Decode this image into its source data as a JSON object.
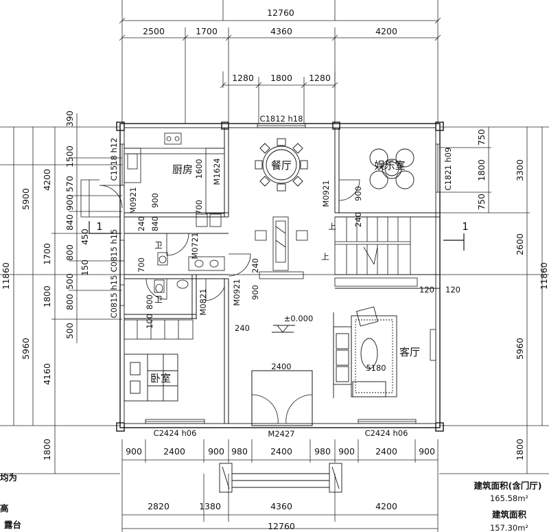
{
  "dimensions": {
    "top_total": "12760",
    "top_segments": [
      "2500",
      "1700",
      "4360",
      "4200"
    ],
    "top_center_segments": [
      "1280",
      "1800",
      "1280"
    ],
    "bottom_segments": [
      "900",
      "2400",
      "900",
      "980",
      "2400",
      "980",
      "900",
      "2400",
      "900"
    ],
    "bottom_totals_segments": [
      "2820",
      "1380",
      "4360",
      "4200"
    ],
    "bottom_total": "12760",
    "left_total": "11860",
    "left_major": [
      "5900",
      "5960"
    ],
    "left_mid": [
      "4200",
      "1700",
      "1800",
      "4160",
      "1800"
    ],
    "left_inner": [
      "390",
      "1500",
      "570",
      "900",
      "840",
      "800",
      "450",
      "150",
      "500",
      "800",
      "500"
    ],
    "right_total": "11860",
    "right_major": [
      "5960",
      "1800"
    ],
    "right_mid": [
      "3300",
      "2600"
    ],
    "right_inner": [
      "750",
      "1800",
      "750"
    ]
  },
  "openings": {
    "window_top_dining": "C1812 h18",
    "window_kitchen": "C1518 h12",
    "door_kitchen": "M0921",
    "door_kitchen_inner": "M1624",
    "window_bath1": "C0815 h15",
    "window_bath2": "C0815 h15",
    "door_bath1": "M0721",
    "door_bath2": "M0821",
    "door_dining": "M0921",
    "door_entertain": "M0921",
    "window_entertain": "C1821 h09",
    "window_bedroom": "C2424 h06",
    "window_living": "C2424 h06",
    "main_door": "M2427"
  },
  "inner_dims": {
    "kitchen_1600": "1600",
    "kitchen_900": "900",
    "kitchen_700": "700",
    "kitchen_240a": "240",
    "kitchen_840": "840",
    "bath_700": "700",
    "bath_800": "800",
    "bath_100": "100",
    "dining_240a": "240",
    "dining_240b": "240",
    "dining_900": "900",
    "stair_900": "900",
    "stair_240": "240",
    "living_120a": "120",
    "living_120b": "120",
    "living_5180": "5180",
    "hall_2400": "2400"
  },
  "rooms": {
    "kitchen": "厨房",
    "dining": "餐厅",
    "entertainment": "娱乐室",
    "bath": "卫",
    "bath_2": "卫",
    "bedroom": "卧室",
    "living": "客厅"
  },
  "level_mark": "±0.000",
  "section_mark": "1",
  "stair_marks": [
    "上",
    "上"
  ],
  "notes": {
    "area_label_1": "建筑面积(含门厅)",
    "area_value_1": "165.58m²",
    "area_label_2": "建筑面积",
    "area_value_2": "157.30m²",
    "note_1": "均为",
    "note_2": "高",
    "note_3": "露台"
  }
}
